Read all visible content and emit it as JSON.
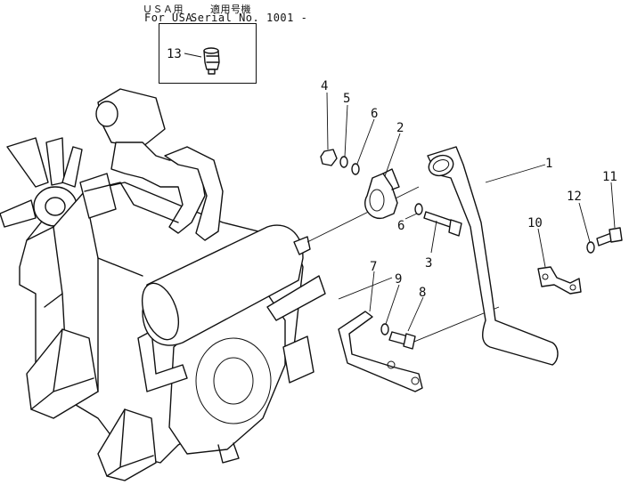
{
  "header": {
    "region_jp": "ＵＳＡ用",
    "serial_jp": "適用号機",
    "region": "For USA",
    "serial": "Serial No. 1001 -"
  },
  "inset": {
    "part": "13"
  },
  "callouts": {
    "p1": "1",
    "p2": "2",
    "p3": "3",
    "p4": "4",
    "p5": "5",
    "p6a": "6",
    "p6b": "6",
    "p7": "7",
    "p8": "8",
    "p9": "9",
    "p10": "10",
    "p11": "11",
    "p12": "12"
  },
  "colors": {
    "line": "#111111",
    "background": "#ffffff"
  }
}
